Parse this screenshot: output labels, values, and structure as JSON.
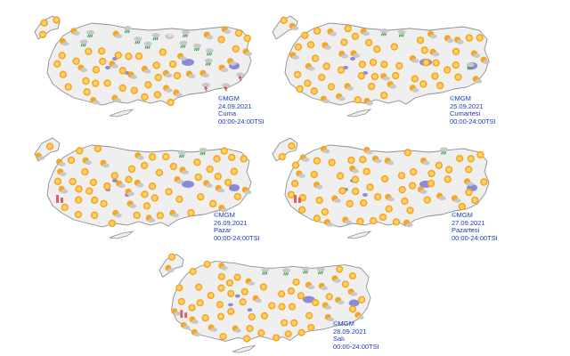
{
  "maps": [
    {
      "source": "©MGM",
      "date": "24.09.2021",
      "day": "Cuma",
      "period": "00:00-24:00TSI"
    },
    {
      "source": "©MGM",
      "date": "25.09.2021",
      "day": "Cumartesi",
      "period": "00:00-24:00TSI"
    },
    {
      "source": "©MGM",
      "date": "26.09.2021",
      "day": "Pazar",
      "period": "00:00-24:00TSI"
    },
    {
      "source": "©MGM",
      "date": "27.09.2021",
      "day": "Pazartesi",
      "period": "00:00-24:00TSI"
    },
    {
      "source": "©MGM",
      "date": "28.09.2021",
      "day": "Salı",
      "period": "00:00-24:00TSI"
    }
  ],
  "colors": {
    "land": "#efefef",
    "coast": "#8f8f8f",
    "lake": "#8a8ad8",
    "sun": "#f5a623",
    "cloud": "#c8c8c8",
    "rain": "#2f9a3a",
    "storm": "#d63a3a",
    "caption": "#1a3ab8"
  },
  "icons": [
    "sunny-icon",
    "partly-cloudy-icon",
    "cloudy-icon",
    "rain-icon",
    "thunderstorm-icon"
  ]
}
